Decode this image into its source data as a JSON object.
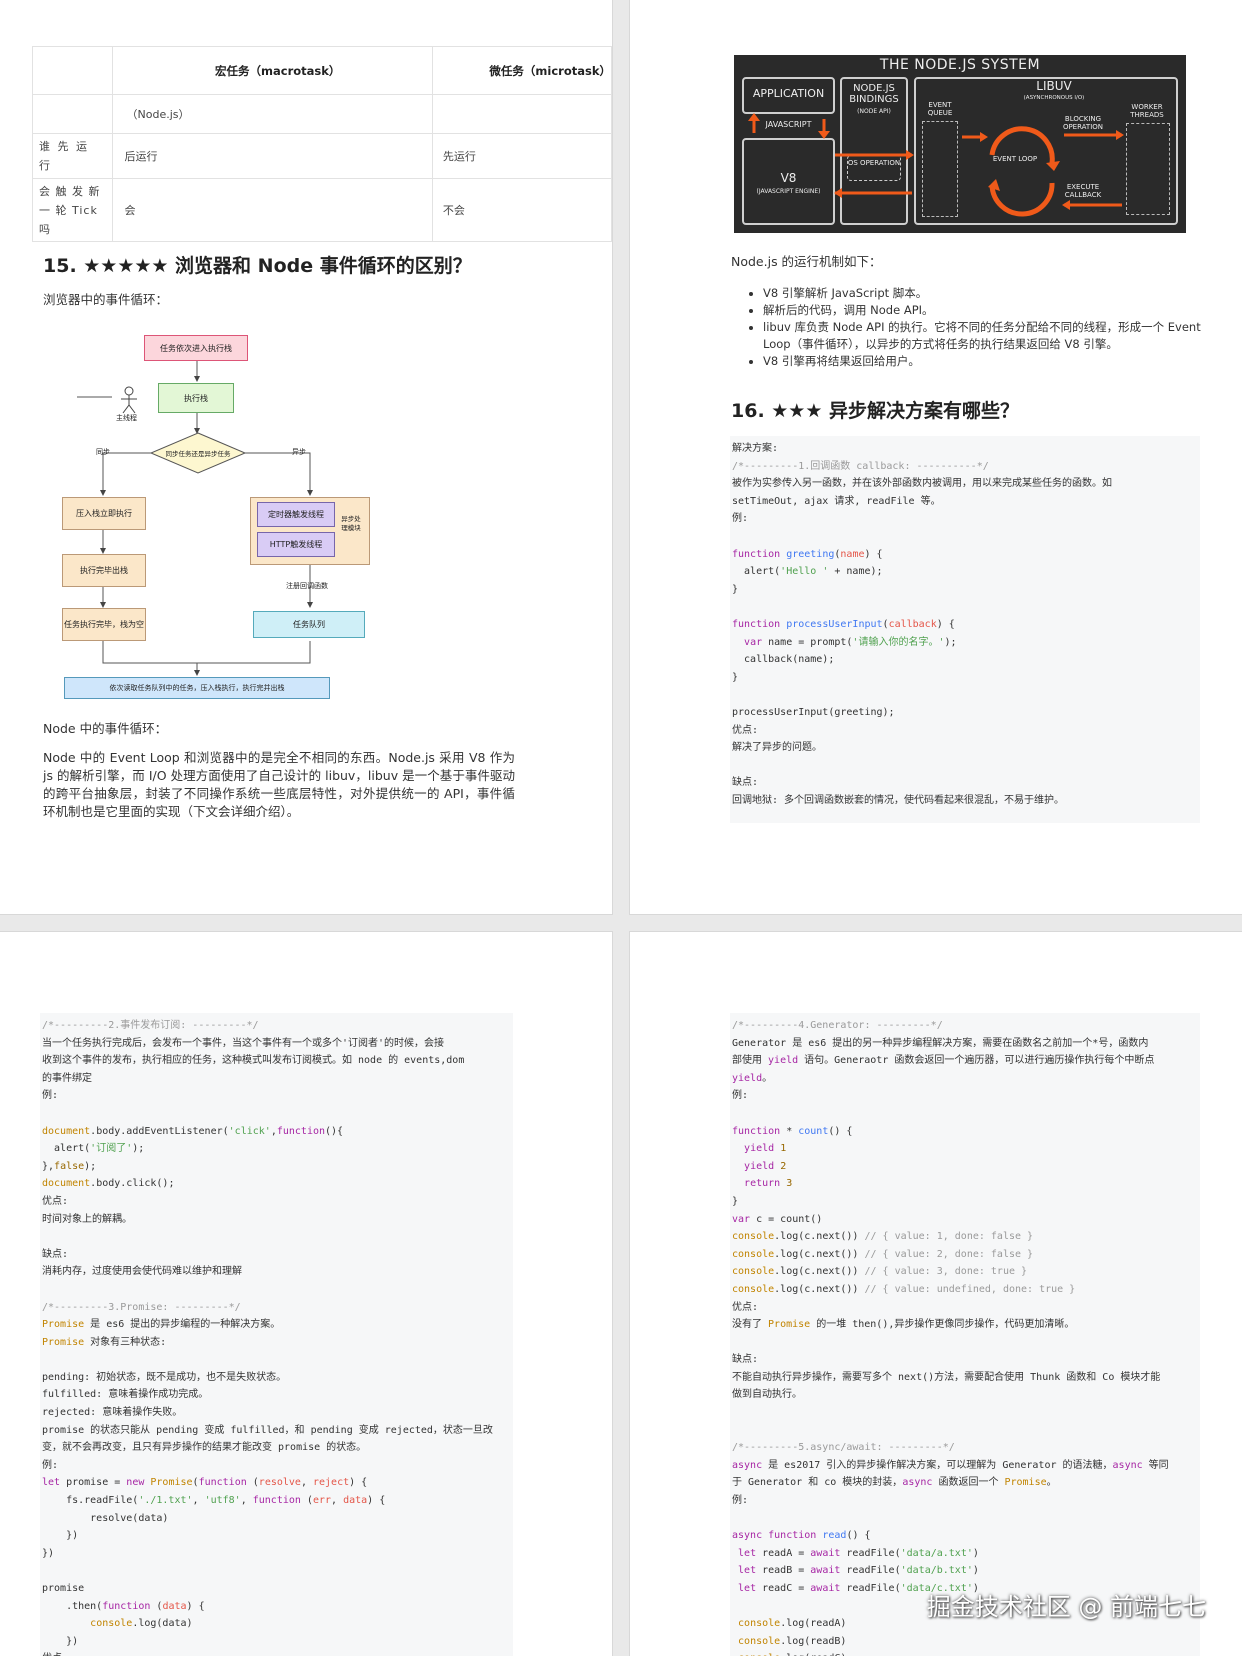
{
  "table": {
    "headers": [
      "",
      "宏任务（macrotask）",
      "微任务（microtask）"
    ],
    "rows": [
      [
        "",
        "（Node.js）",
        ""
      ],
      [
        "谁 先 运 行",
        "后运行",
        "先运行"
      ],
      [
        "会 触 发 新 一 轮 Tick 吗",
        "会",
        "不会"
      ]
    ]
  },
  "section15": {
    "title": "15. ★★★★★ 浏览器和 Node 事件循环的区别？",
    "browser_intro": "浏览器中的事件循环：",
    "node_intro": "Node 中的事件循环：",
    "node_para": "Node 中的 Event Loop 和浏览器中的是完全不相同的东西。Node.js 采用 V8 作为 js 的解析引擎，而 I/O 处理方面使用了自己设计的 libuv，libuv 是一个基于事件驱动的跨平台抽象层，封装了不同操作系统一些底层特性，对外提供统一的 API，事件循环机制也是它里面的实现（下文会详细介绍）。"
  },
  "flowchart": {
    "start": "任务依次进入执行栈",
    "stack": "执行栈",
    "main_thread": "主线程",
    "decision": "同步任务还是异步任务",
    "sync": "同步",
    "async": "异步",
    "push_exec": "压入栈立即执行",
    "exec_pop": "执行完毕出栈",
    "empty": "任务执行完毕，栈为空",
    "timer": "定时器触发线程",
    "http": "HTTP触发线程",
    "async_module": "异步处理模块",
    "register_cb": "注册回调函数",
    "queue": "任务队列",
    "final": "依次读取任务队列中的任务，压入栈执行，执行完并出栈"
  },
  "nodejs_system": {
    "title": "THE NODE.JS SYSTEM",
    "application": "APPLICATION",
    "javascript": "JAVASCRIPT",
    "v8": "V8",
    "v8_sub": "(JAVASCRIPT ENGINE)",
    "bindings": "NODE.JS BINDINGS",
    "bindings_sub": "(NODE API)",
    "os_op": "OS OPERATION",
    "libuv": "LIBUV",
    "libuv_sub": "(ASYNCHRONOUS I/O)",
    "event_queue": "EVENT QUEUE",
    "event_loop": "EVENT LOOP",
    "blocking_op": "BLOCKING OPERATION",
    "worker_threads": "WORKER THREADS",
    "execute_callback": "EXECUTE CALLBACK"
  },
  "nodejs_mechanism": {
    "intro": "Node.js 的运行机制如下：",
    "items": [
      "V8 引擎解析 JavaScript 脚本。",
      "解析后的代码，调用 Node API。",
      "libuv 库负责 Node API 的执行。它将不同的任务分配给不同的线程，形成一个 Event Loop（事件循环），以异步的方式将任务的执行结果返回给 V8 引擎。",
      "V8 引擎再将结果返回给用户。"
    ]
  },
  "section16": {
    "title": "16. ★★★ 异步解决方案有哪些？"
  },
  "watermark": "掘金技术社区 @ 前端七七"
}
